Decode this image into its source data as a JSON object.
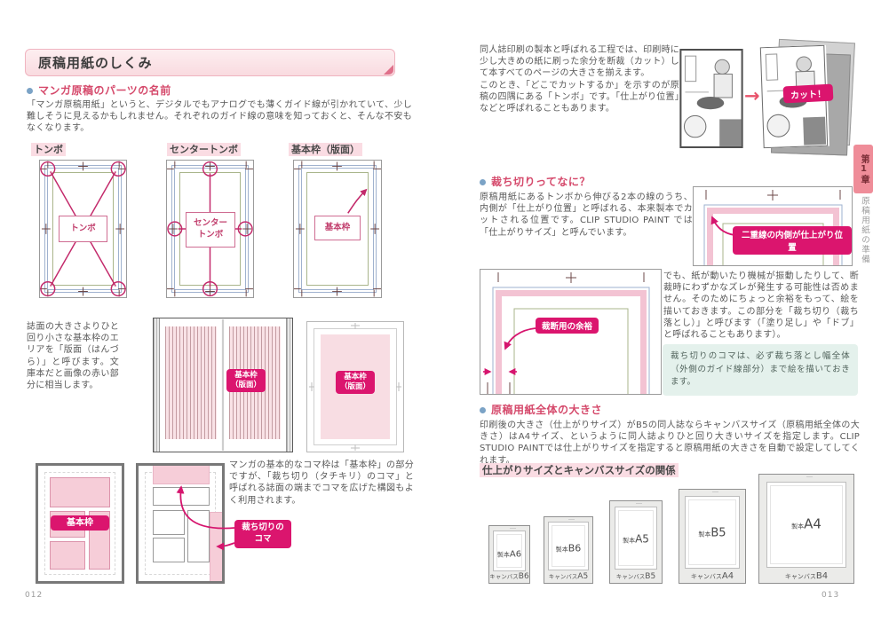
{
  "colors": {
    "accent_magenta": "#db156e",
    "heading_rose": "#d5496b",
    "bullet_blue": "#7ba3c6",
    "title_pink_bg": "#f9dbe0",
    "highlight_pink": "#fadce3",
    "note_teal_bg": "#e4f1ec",
    "tab_pink": "#ef8d99",
    "frame_blue": "#a0b2cf",
    "frame_green": "#a9b58b",
    "panel_pink": "#f6cdd8"
  },
  "icons": {
    "arrow_right": "→"
  },
  "left_page": {
    "page_number": "012",
    "title": "原稿用紙のしくみ",
    "parts_section": {
      "heading": "マンガ原稿のパーツの名前",
      "body": "「マンガ原稿用紙」というと、デジタルでもアナログでも薄くガイド線が引かれていて、少し難しそうに見えるかもしれません。それぞれのガイド線の意味を知っておくと、そんな不安もなくなります。",
      "diagram_tombo": {
        "label": "トンボ",
        "center_label": "トンボ"
      },
      "diagram_center_tombo": {
        "label": "センタートンボ",
        "center_label": "センター\nトンボ"
      },
      "diagram_base_frame": {
        "label": "基本枠（版面）",
        "center_label": "基本枠"
      }
    },
    "hanzura_section": {
      "body": "誌面の大きさよりひと回り小さな基本枠のエリアを「版面（はんづら）」と呼びます。文庫本だと画像の赤い部分に相当します。",
      "book_badge": "基本枠\n（版面）",
      "paper_badge": "基本枠\n（版面）"
    },
    "koma_section": {
      "body": "マンガの基本的なコマ枠は「基本枠」の部分ですが、「裁ち切り（タチキリ）のコマ」と呼ばれる誌面の端までコマを広げた構図もよく利用されます。",
      "base_frame_badge": "基本枠",
      "bleed_badge": "裁ち切りの\nコマ"
    }
  },
  "right_page": {
    "page_number": "013",
    "intro": "同人誌印刷の製本と呼ばれる工程では、印刷時に少し大きめの紙に刷った余分を断裁（カット）して本すべてのページの大きさを揃えます。\nこのとき、「どこでカットするか」を示すのが原稿の四隅にある「トンボ」です。「仕上がり位置」などと呼ばれることもあります。",
    "cut_badge": "カット！",
    "tachikiri_section": {
      "heading": "裁ち切りってなに？",
      "body": "原稿用紙にあるトンボから伸びる2本の線のうち、内側が「仕上がり位置」と呼ばれる、本来製本でカットされる位置です。CLIP STUDIO PAINT では「仕上がりサイズ」と呼んでいます。",
      "finish_badge": "二重線の内側が仕上がり位置",
      "margin_badge": "裁断用の余裕",
      "body2": "でも、紙が動いたり機械が振動したりして、断裁時にわずかなズレが発生する可能性は否めません。そのためにちょっと余裕をもって、絵を描いておきます。この部分を「裁ち切り（裁ち落とし）」と呼びます（「塗り足し」や「ドブ」と呼ばれることもあります）。",
      "note": "裁ち切りのコマは、必ず裁ち落とし幅全体（外側のガイド線部分）まで絵を描いておきます。"
    },
    "size_section": {
      "heading": "原稿用紙全体の大きさ",
      "body": "印刷後の大きさ（仕上がりサイズ）がB5の同人誌ならキャンバスサイズ（原稿用紙全体の大きさ）はA4サイズ、というように同人誌よりひと回り大きいサイズを指定します。CLIP STUDIO PAINTでは仕上がりサイズを指定すると原稿用紙の大きさを自動で設定してしてくれます。",
      "chart_heading": "仕上がりサイズとキャンバスサイズの関係",
      "sizes": [
        {
          "book_prefix": "製本",
          "book": "A6",
          "canvas_prefix": "キャンバス",
          "canvas": "B6"
        },
        {
          "book_prefix": "製本",
          "book": "B6",
          "canvas_prefix": "キャンバス",
          "canvas": "A5"
        },
        {
          "book_prefix": "製本",
          "book": "A5",
          "canvas_prefix": "キャンバス",
          "canvas": "B5"
        },
        {
          "book_prefix": "製本",
          "book": "B5",
          "canvas_prefix": "キャンバス",
          "canvas": "A4"
        },
        {
          "book_prefix": "製本",
          "book": "A4",
          "canvas_prefix": "キャンバス",
          "canvas": "B4"
        }
      ]
    }
  },
  "chapter_tab": {
    "chapter": "第1章",
    "title": "原稿用紙の準備"
  }
}
